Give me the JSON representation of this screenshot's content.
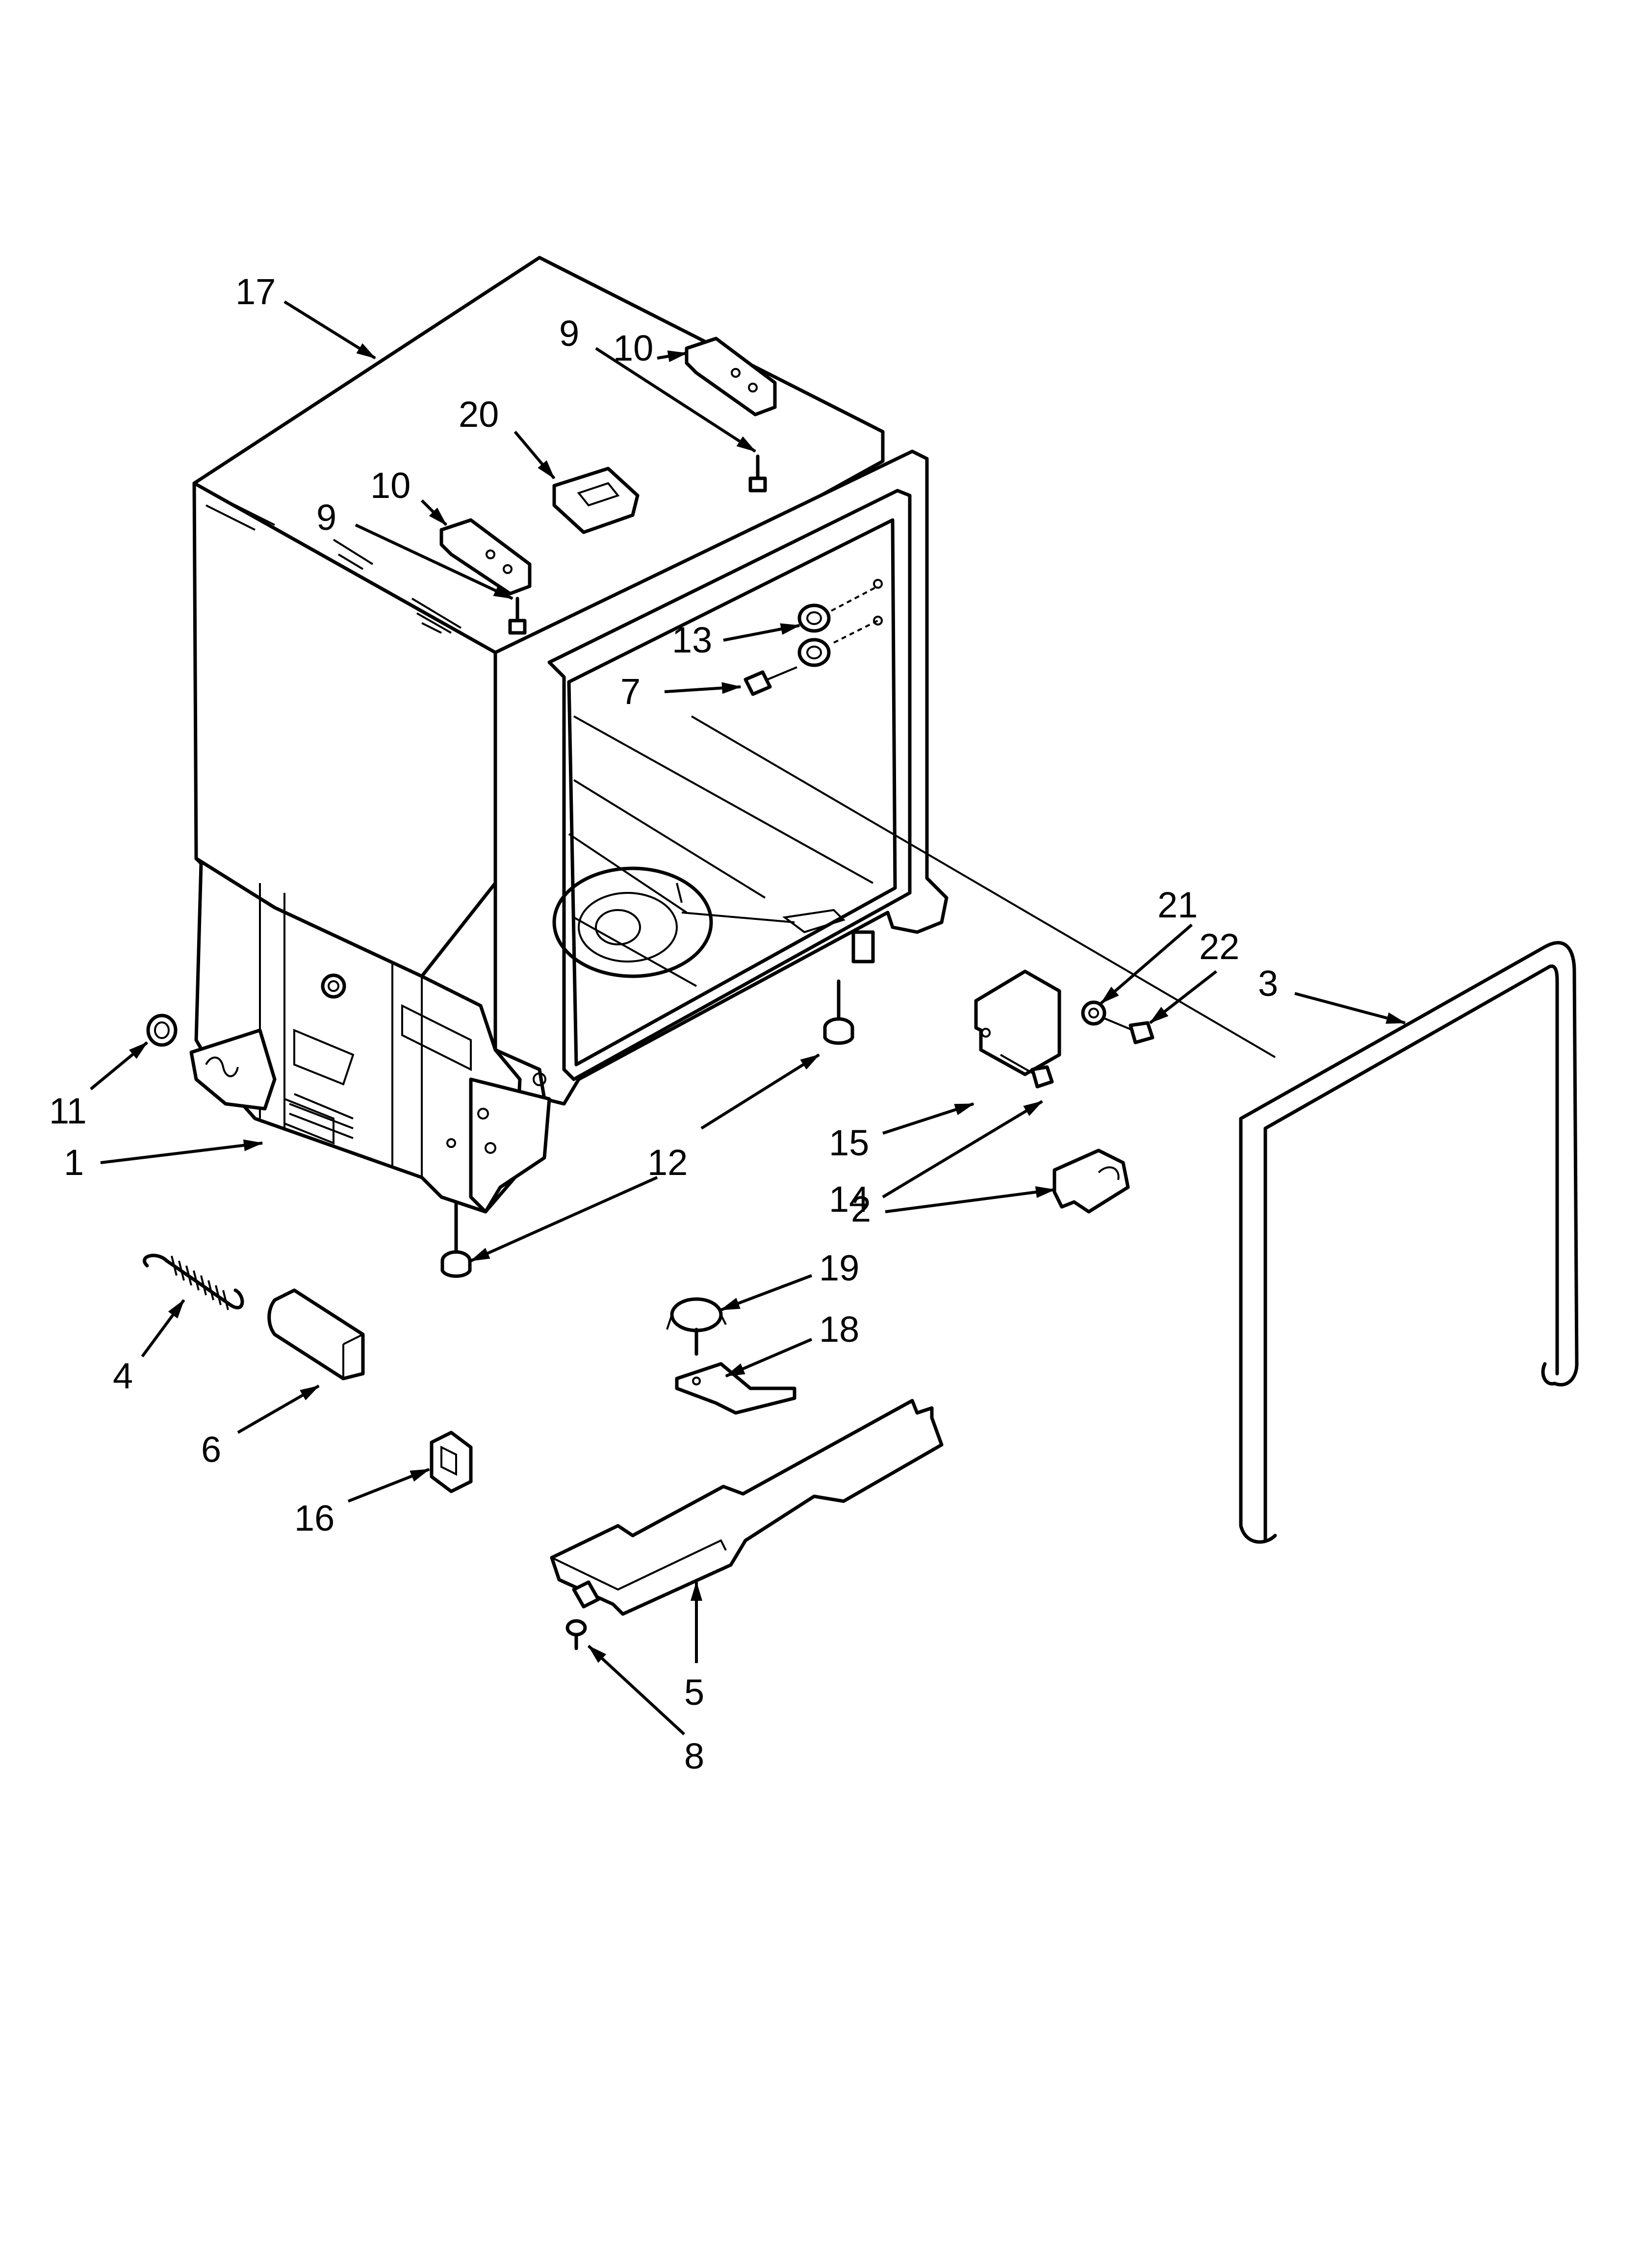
{
  "callouts": [
    {
      "id": "17",
      "text": "17"
    },
    {
      "id": "10a",
      "text": "10"
    },
    {
      "id": "9a",
      "text": "9"
    },
    {
      "id": "20",
      "text": "20"
    },
    {
      "id": "10b",
      "text": "10"
    },
    {
      "id": "9b",
      "text": "9"
    },
    {
      "id": "13",
      "text": "13"
    },
    {
      "id": "7",
      "text": "7"
    },
    {
      "id": "21",
      "text": "21"
    },
    {
      "id": "22",
      "text": "22"
    },
    {
      "id": "3",
      "text": "3"
    },
    {
      "id": "11",
      "text": "11"
    },
    {
      "id": "1",
      "text": "1"
    },
    {
      "id": "12",
      "text": "12"
    },
    {
      "id": "15",
      "text": "15"
    },
    {
      "id": "14",
      "text": "14"
    },
    {
      "id": "2",
      "text": "2"
    },
    {
      "id": "19",
      "text": "19"
    },
    {
      "id": "18",
      "text": "18"
    },
    {
      "id": "4",
      "text": "4"
    },
    {
      "id": "6",
      "text": "6"
    },
    {
      "id": "16",
      "text": "16"
    },
    {
      "id": "5",
      "text": "5"
    },
    {
      "id": "8",
      "text": "8"
    }
  ]
}
